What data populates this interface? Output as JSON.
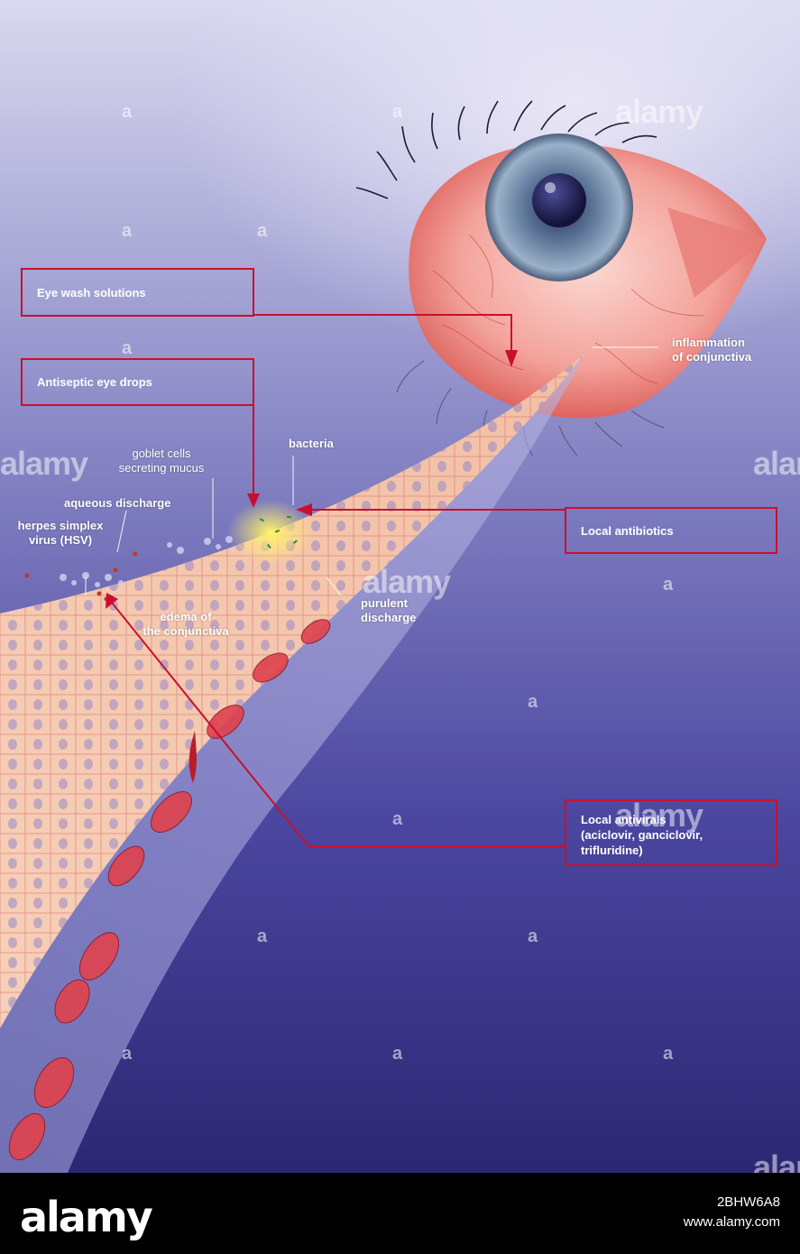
{
  "treatments": {
    "eye_wash": "Eye wash solutions",
    "antiseptic": "Antiseptic eye drops",
    "antibiotics": "Local antibiotics",
    "antivirals_line1": "Local antivirals",
    "antivirals_line2": "(aciclovir, ganciclovir,",
    "antivirals_line3": "trifluridine)"
  },
  "labels": {
    "inflammation_line1": "inflammation",
    "inflammation_line2": "of conjunctiva",
    "bacteria": "bacteria",
    "goblet_line1": "goblet cells",
    "goblet_line2": "secreting mucus",
    "aqueous": "aqueous discharge",
    "hsv_line1": "herpes simplex",
    "hsv_line2": "virus (HSV)",
    "edema_line1": "edema of",
    "edema_line2": "the conjunctiva",
    "purulent_line1": "purulent",
    "purulent_line2": "discharge"
  },
  "watermark": {
    "small": "a",
    "large": "alamy"
  },
  "footer": {
    "logo": "alamy",
    "image_id": "2BHW6A8",
    "site": "www.alamy.com"
  },
  "colors": {
    "background_top": "#d7d7ee",
    "background_bottom": "#2c2773",
    "callout_red": "#c8102e",
    "sclera_red": "#f08c86",
    "iris": "#6f8ba8"
  }
}
